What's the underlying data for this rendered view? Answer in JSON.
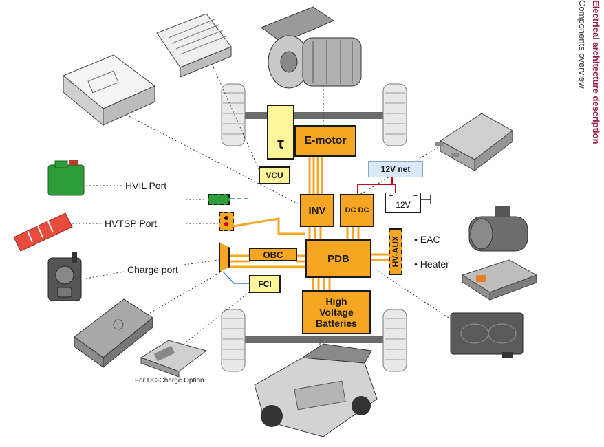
{
  "side": {
    "title": "Electrical architecture description",
    "subtitle": "Components overview"
  },
  "blocks": {
    "emotor": "E-motor",
    "gear": "τ",
    "vcu": "VCU",
    "inv": "INV",
    "dcdc": "DC DC",
    "net12v": "12V net",
    "battery12v": "12V",
    "pdb": "PDB",
    "obc": "OBC",
    "fci": "FCI",
    "hvaux": "HV-AUX",
    "hvb_line1": "High",
    "hvb_line2": "Voltage",
    "hvb_line3": "Batteries"
  },
  "labels": {
    "hvil": "HVIL Port",
    "hvtsp": "HVTSP Port",
    "charge": "Charge port",
    "eac": "• EAC",
    "heater": "• Heater",
    "dc_option": "For DC-Charge Option",
    "plus": "+",
    "minus": "−"
  },
  "colors": {
    "hv_line": "#f7a623",
    "block": "#f7a623",
    "block_light": "#fdf59a",
    "net_box": "#dbe8f7",
    "accent": "#9b1b4a",
    "signal_blue": "#3a7bd5",
    "red_wire": "#d0021b"
  }
}
